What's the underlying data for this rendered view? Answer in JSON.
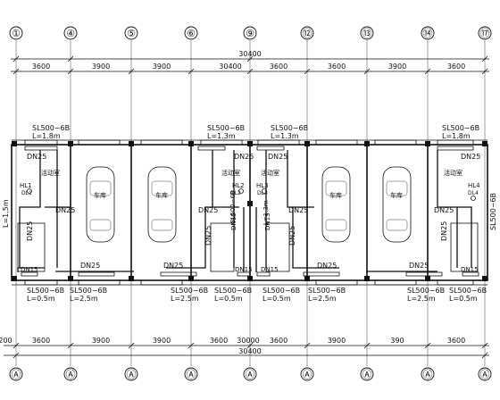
{
  "axes_top": [
    "①",
    "④",
    "⑤",
    "⑥",
    "⑨",
    "⑫",
    "⑬",
    "⑭",
    "⑰"
  ],
  "axes_bottom": [
    "Ⓐ",
    "Ⓐ",
    "Ⓐ",
    "Ⓐ",
    "Ⓐ",
    "Ⓐ",
    "Ⓐ",
    "Ⓐ",
    "Ⓐ"
  ],
  "dims_top": [
    "3600",
    "3900",
    "3900",
    "3600",
    "3600",
    "3900",
    "3600"
  ],
  "dims_bottom": [
    "3600",
    "3900",
    "3900",
    "3600",
    "3600",
    "3900",
    "390",
    "3600"
  ],
  "dim_total_top_upper": "30400",
  "dim_total_top_lower": "30400",
  "dim_total_bottom_upper": "30000",
  "dim_total_bottom_lower": "30400",
  "dim_left_bottom": "200",
  "room_activity": "活动室",
  "room_garage": "车库",
  "heater_top": "SL500−6B",
  "heater_bottom": "SL500−6B",
  "length_18": "L=1.8m",
  "length_13": "L=1.3m",
  "length_05": "L=0.5m",
  "length_25": "L=2.5m",
  "left_length": "L=1.5m",
  "right_heater": "SL500−6B",
  "hl1": "HL1",
  "hl2": "HL2",
  "hl3": "HL3",
  "hl4": "HL4",
  "dl1": "DL1",
  "dl2": "DL2",
  "dl3": "DL3",
  "dl4": "DL4",
  "pipe_dn25": "DN25",
  "pipe_dn15": "DN15"
}
